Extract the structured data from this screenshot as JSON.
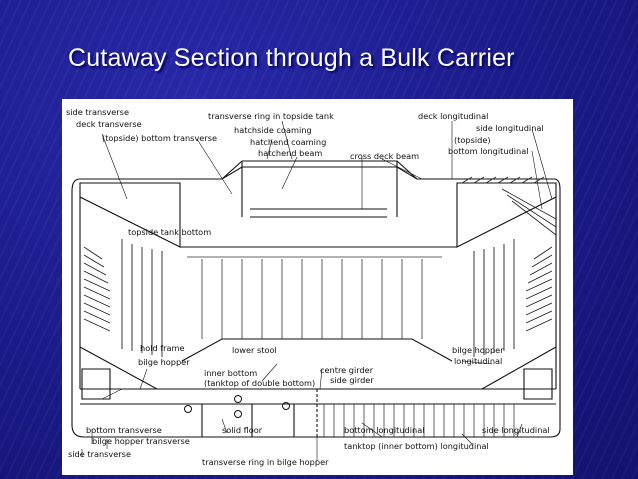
{
  "slide": {
    "title": "Cutaway Section through a Bulk Carrier"
  },
  "figure": {
    "labels": {
      "side_transverse_top": "side transverse",
      "deck_transverse": "deck transverse",
      "topside_bottom_transverse": "(topside) bottom transverse",
      "transverse_ring_topside": "transverse ring in topside tank",
      "hatchside_coaming": "hatchside coaming",
      "hatchend_coaming": "hatchend coaming",
      "hatchend_beam": "hatchend beam",
      "cross_deck_beam": "cross deck beam",
      "deck_longitudinal": "deck longitudinal",
      "side_longitudinal_top": "side longitudinal",
      "topside_paren": "(topside)",
      "bottom_longitudinal_top": "bottom longitudinal",
      "topside_tank_bottom": "topside tank bottom",
      "hold_frame": "hold frame",
      "lower_stool": "lower stool",
      "bilge_hopper": "bilge hopper",
      "bilge_hopper_longitudinal_1": "bilge hopper",
      "bilge_hopper_longitudinal_2": "longitudinal",
      "inner_bottom": "inner bottom",
      "tanktop_double_bottom": "(tanktop of double bottom)",
      "centre_girder": "centre girder",
      "side_girder": "side girder",
      "bottom_transverse": "bottom transverse",
      "bilge_hopper_transverse": "bilge hopper transverse",
      "side_transverse_bottom": "side transverse",
      "solid_floor": "solid floor",
      "bottom_longitudinal_bottom": "bottom longitudinal",
      "side_longitudinal_bottom": "side longitudinal",
      "tanktop_inner_bottom_longitudinal": "tanktop (inner bottom) longitudinal",
      "transverse_ring_bilge_hopper": "transverse ring in bilge hopper"
    }
  }
}
